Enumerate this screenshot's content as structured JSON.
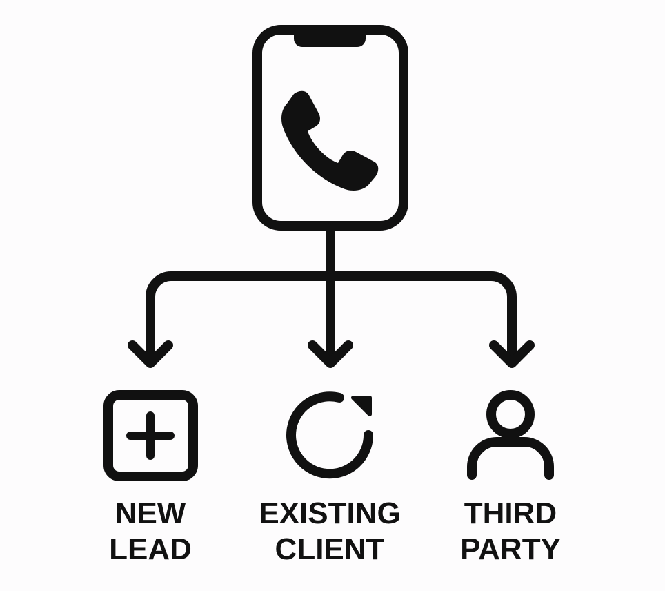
{
  "diagram": {
    "source": {
      "icon": "phone-call-icon"
    },
    "branches": [
      {
        "icon": "plus-square-icon",
        "line1": "NEW",
        "line2": "LEAD"
      },
      {
        "icon": "refresh-icon",
        "line1": "EXISTING",
        "line2": "CLIENT"
      },
      {
        "icon": "user-icon",
        "line1": "THIRD",
        "line2": "PARTY"
      }
    ],
    "colors": {
      "stroke": "#111111",
      "background": "#fdfcfd"
    }
  }
}
